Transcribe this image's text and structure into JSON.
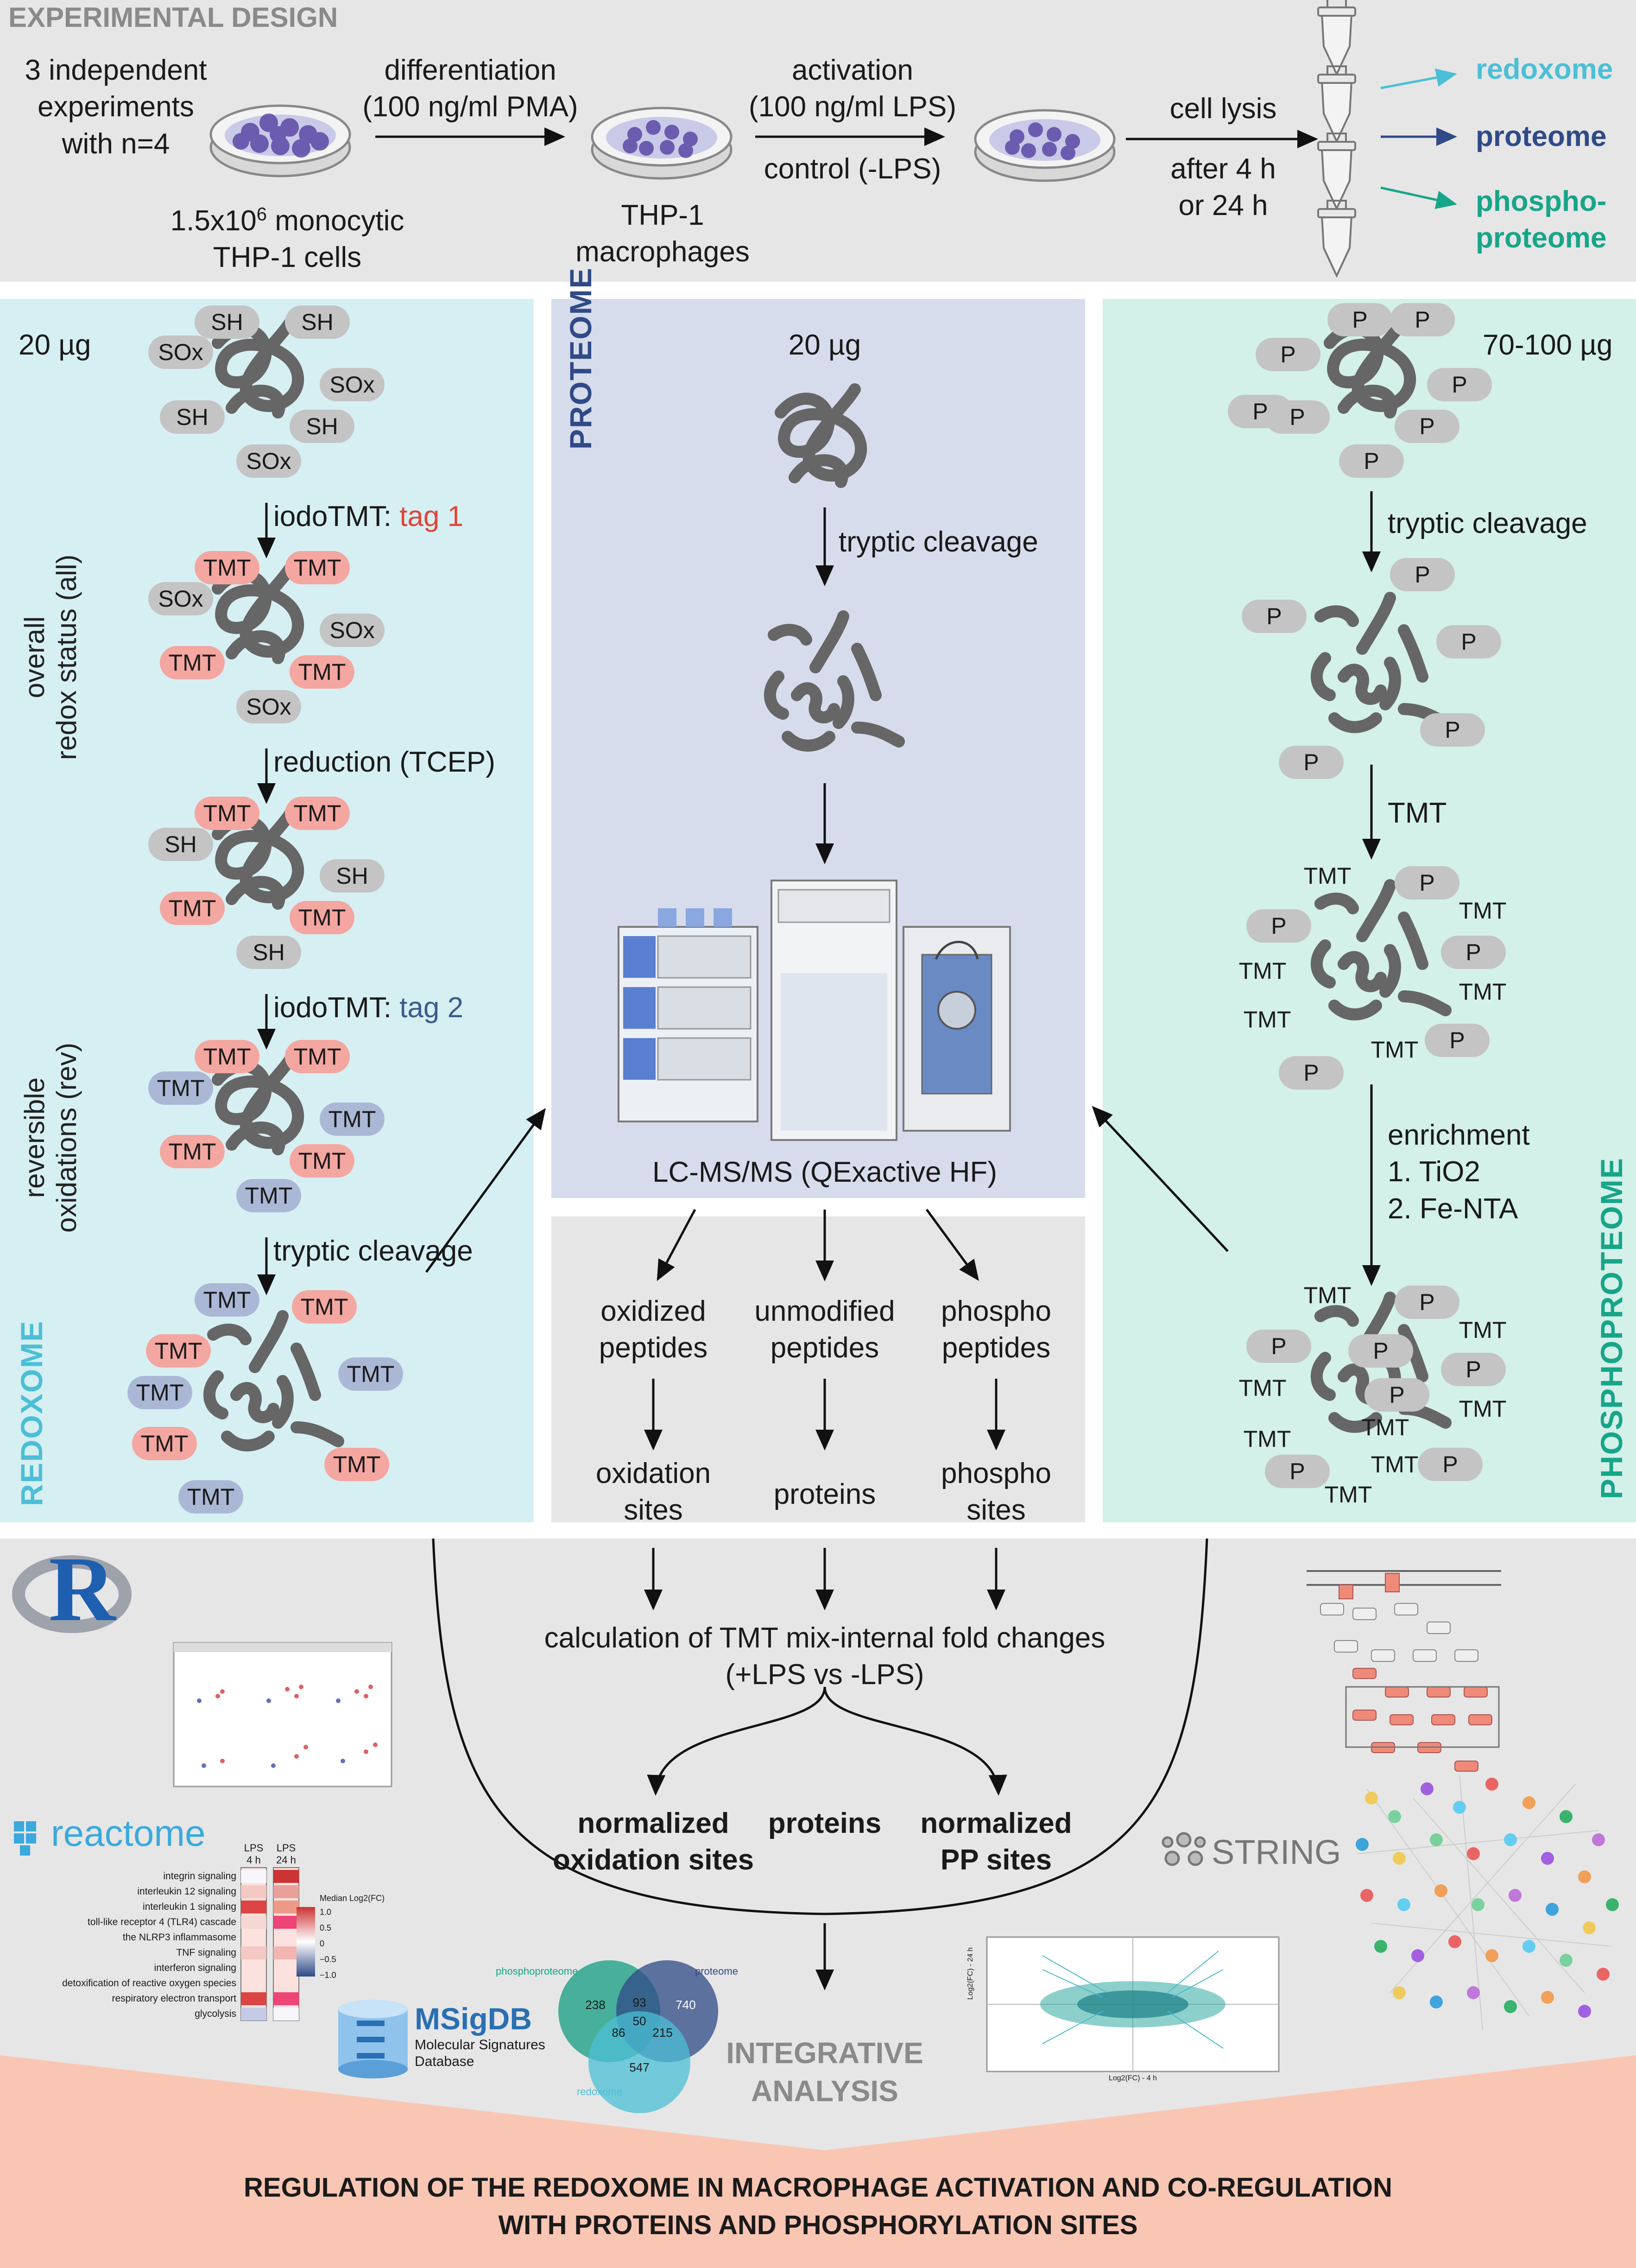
{
  "header": {
    "title": "EXPERIMENTAL DESIGN"
  },
  "design": {
    "experiments": "3 independent\nexperiments\nwith n=4",
    "cells_prefix": "1.5x10",
    "cells_exp": "6",
    "cells_suffix": " monocytic\nTHP-1 cells",
    "differentiation": "differentiation\n(100 ng/ml PMA)",
    "macrophages": "THP-1\nmacrophages",
    "activation": "activation\n(100 ng/ml LPS)",
    "control": "control (-LPS)",
    "lysis": "cell lysis",
    "time": "after 4 h\nor 24 h",
    "out_redoxome": "redoxome",
    "out_proteome": "proteome",
    "out_phospho": "phospho-\nproteome"
  },
  "redoxome": {
    "panel_label": "REDOXOME",
    "amount": "20 µg",
    "side_all": "overall\nredox status (all)",
    "side_rev": "reversible\noxidations (rev)",
    "step1_prefix": "iodoTMT: ",
    "step1_tag": "tag 1",
    "step2": "reduction (TCEP)",
    "step3_prefix": "iodoTMT: ",
    "step3_tag": "tag 2",
    "step4": "tryptic cleavage",
    "sh": "SH",
    "sox": "SOx",
    "tmt": "TMT"
  },
  "proteome": {
    "panel_label": "PROTEOME",
    "amount": "20 µg",
    "step1": "tryptic cleavage",
    "instrument": "LC-MS/MS (QExactive HF)"
  },
  "phospho": {
    "panel_label": "PHOSPHOPROTEOME",
    "amount": "70-100 µg",
    "step1": "tryptic cleavage",
    "step2": "TMT",
    "step3": "enrichment\n1. TiO2\n2. Fe-NTA",
    "p": "P",
    "tmt": "TMT"
  },
  "processing": {
    "col1_peptides": "oxidized\npeptides",
    "col2_peptides": "unmodified\npeptides",
    "col3_peptides": "phospho\npeptides",
    "col1_sites": "oxidation\nsites",
    "col2_sites": "proteins",
    "col3_sites": "phospho\nsites",
    "calculation": "calculation of TMT mix-internal fold changes\n(+LPS vs -LPS)",
    "out1": "normalized\noxidation sites",
    "out2": "proteins",
    "out3": "normalized\nPP sites"
  },
  "tools": {
    "r_logo": "R",
    "reactome": "reactome",
    "msigdb": "MSigDB",
    "msigdb_sub": "Molecular Signatures\nDatabase",
    "string": "STRING",
    "integrative": "INTEGRATIVE\nANALYSIS"
  },
  "heatmap": {
    "col_headers": [
      "LPS",
      "LPS"
    ],
    "col_times": [
      "4 h",
      "24 h"
    ],
    "rows": [
      "integrin signaling",
      "interleukin 12 signaling",
      "interleukin 1 signaling",
      "toll-like receptor 4 (TLR4) cascade",
      "the NLRP3 inflammasome",
      "TNF signaling",
      "interferon signaling",
      "detoxification of reactive oxygen species",
      "respiratory electron transport",
      "glycolysis"
    ],
    "legend_title": "Median Log2(FC)",
    "legend_ticks": [
      "1.0",
      "0.5",
      "0",
      "−0.5",
      "−1.0"
    ]
  },
  "venn": {
    "label_phospho": "phosphoproteome",
    "label_proteome": "proteome",
    "label_redox": "redoxome",
    "v_phospho_only": "238",
    "v_proteome_only": "740",
    "v_redox_only": "547",
    "v_phospho_proteome": "93",
    "v_phospho_redox": "86",
    "v_proteome_redox": "215",
    "v_all": "50"
  },
  "scatter": {
    "xlabel": "Log2(FC) - 4 h",
    "ylabel": "Log2(FC) - 24 h"
  },
  "conclusion": "REGULATION OF THE REDOXOME IN MACROPHAGE ACTIVATION AND CO-REGULATION\nWITH PROTEINS AND PHOSPHORYLATION SITES",
  "colors": {
    "redoxome": "#4bbfd6",
    "proteome": "#2f4a87",
    "phospho": "#17a589",
    "tag1": "#e0453a",
    "tag2": "#3c5b8e",
    "tmt_red": "#f4a6a0",
    "tmt_blue": "#aab8d6",
    "bottom": "#f9c6b4"
  }
}
